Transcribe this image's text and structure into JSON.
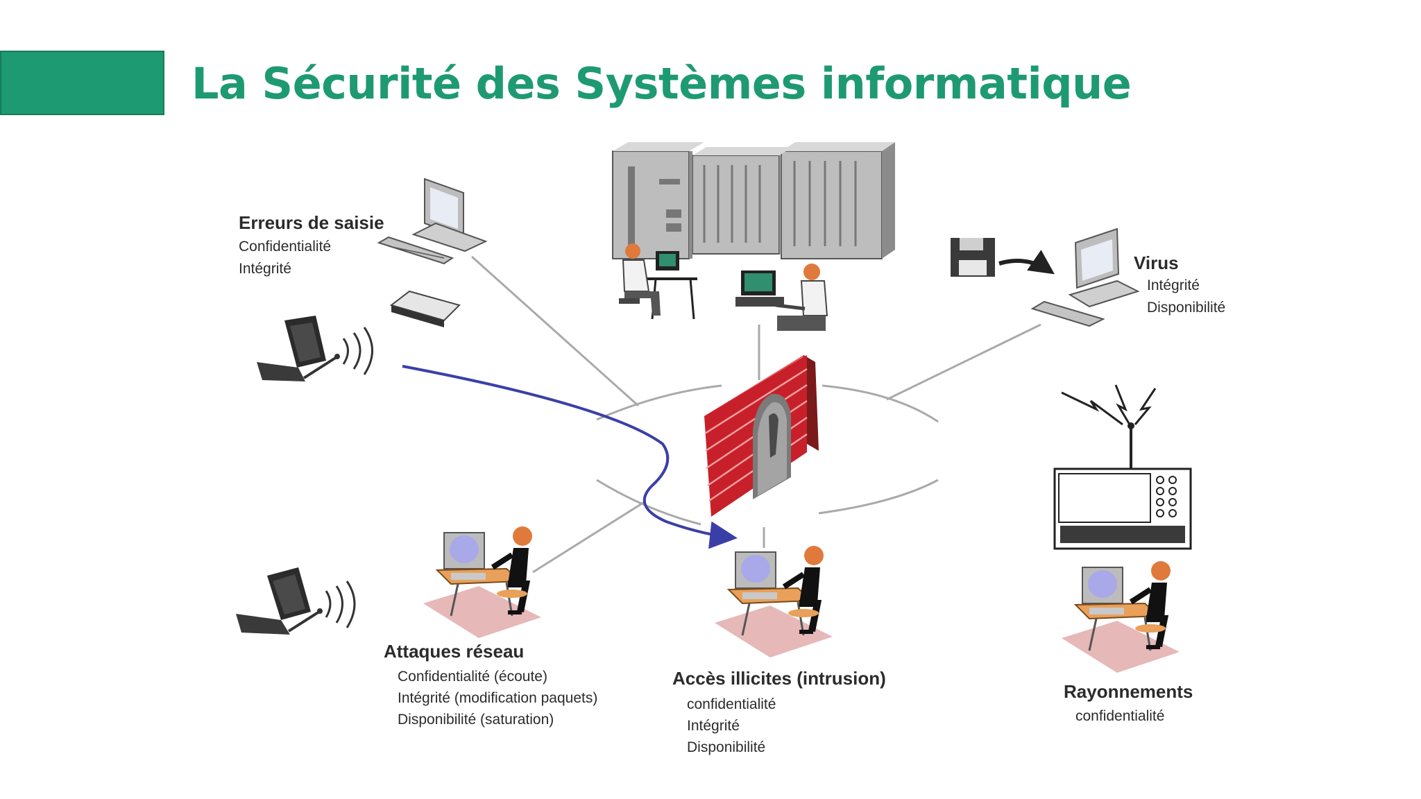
{
  "slide": {
    "title": "La Sécurité des Systèmes informatique",
    "accent_color": "#1e9a72",
    "title_color": "#1e9a72"
  },
  "diagram": {
    "center_icon": "firewall-brick-wall-icon",
    "attack_flow_color": "#3a3fa8",
    "groups": {
      "input_errors": {
        "title": "Erreurs de saisie",
        "impacts": [
          "Confidentialité",
          "Intégrité"
        ]
      },
      "virus": {
        "title": "Virus",
        "impacts": [
          "Intégrité",
          "Disponibilité"
        ]
      },
      "network_attacks": {
        "title": "Attaques réseau",
        "impacts": [
          "Confidentialité (écoute)",
          "Intégrité (modification paquets)",
          "Disponibilité (saturation)"
        ]
      },
      "intrusion": {
        "title": "Accès illicites (intrusion)",
        "impacts": [
          "confidentialité",
          "Intégrité",
          "Disponibilité"
        ]
      },
      "radiation": {
        "title": "Rayonnements",
        "impacts": [
          "confidentialité"
        ]
      }
    }
  }
}
